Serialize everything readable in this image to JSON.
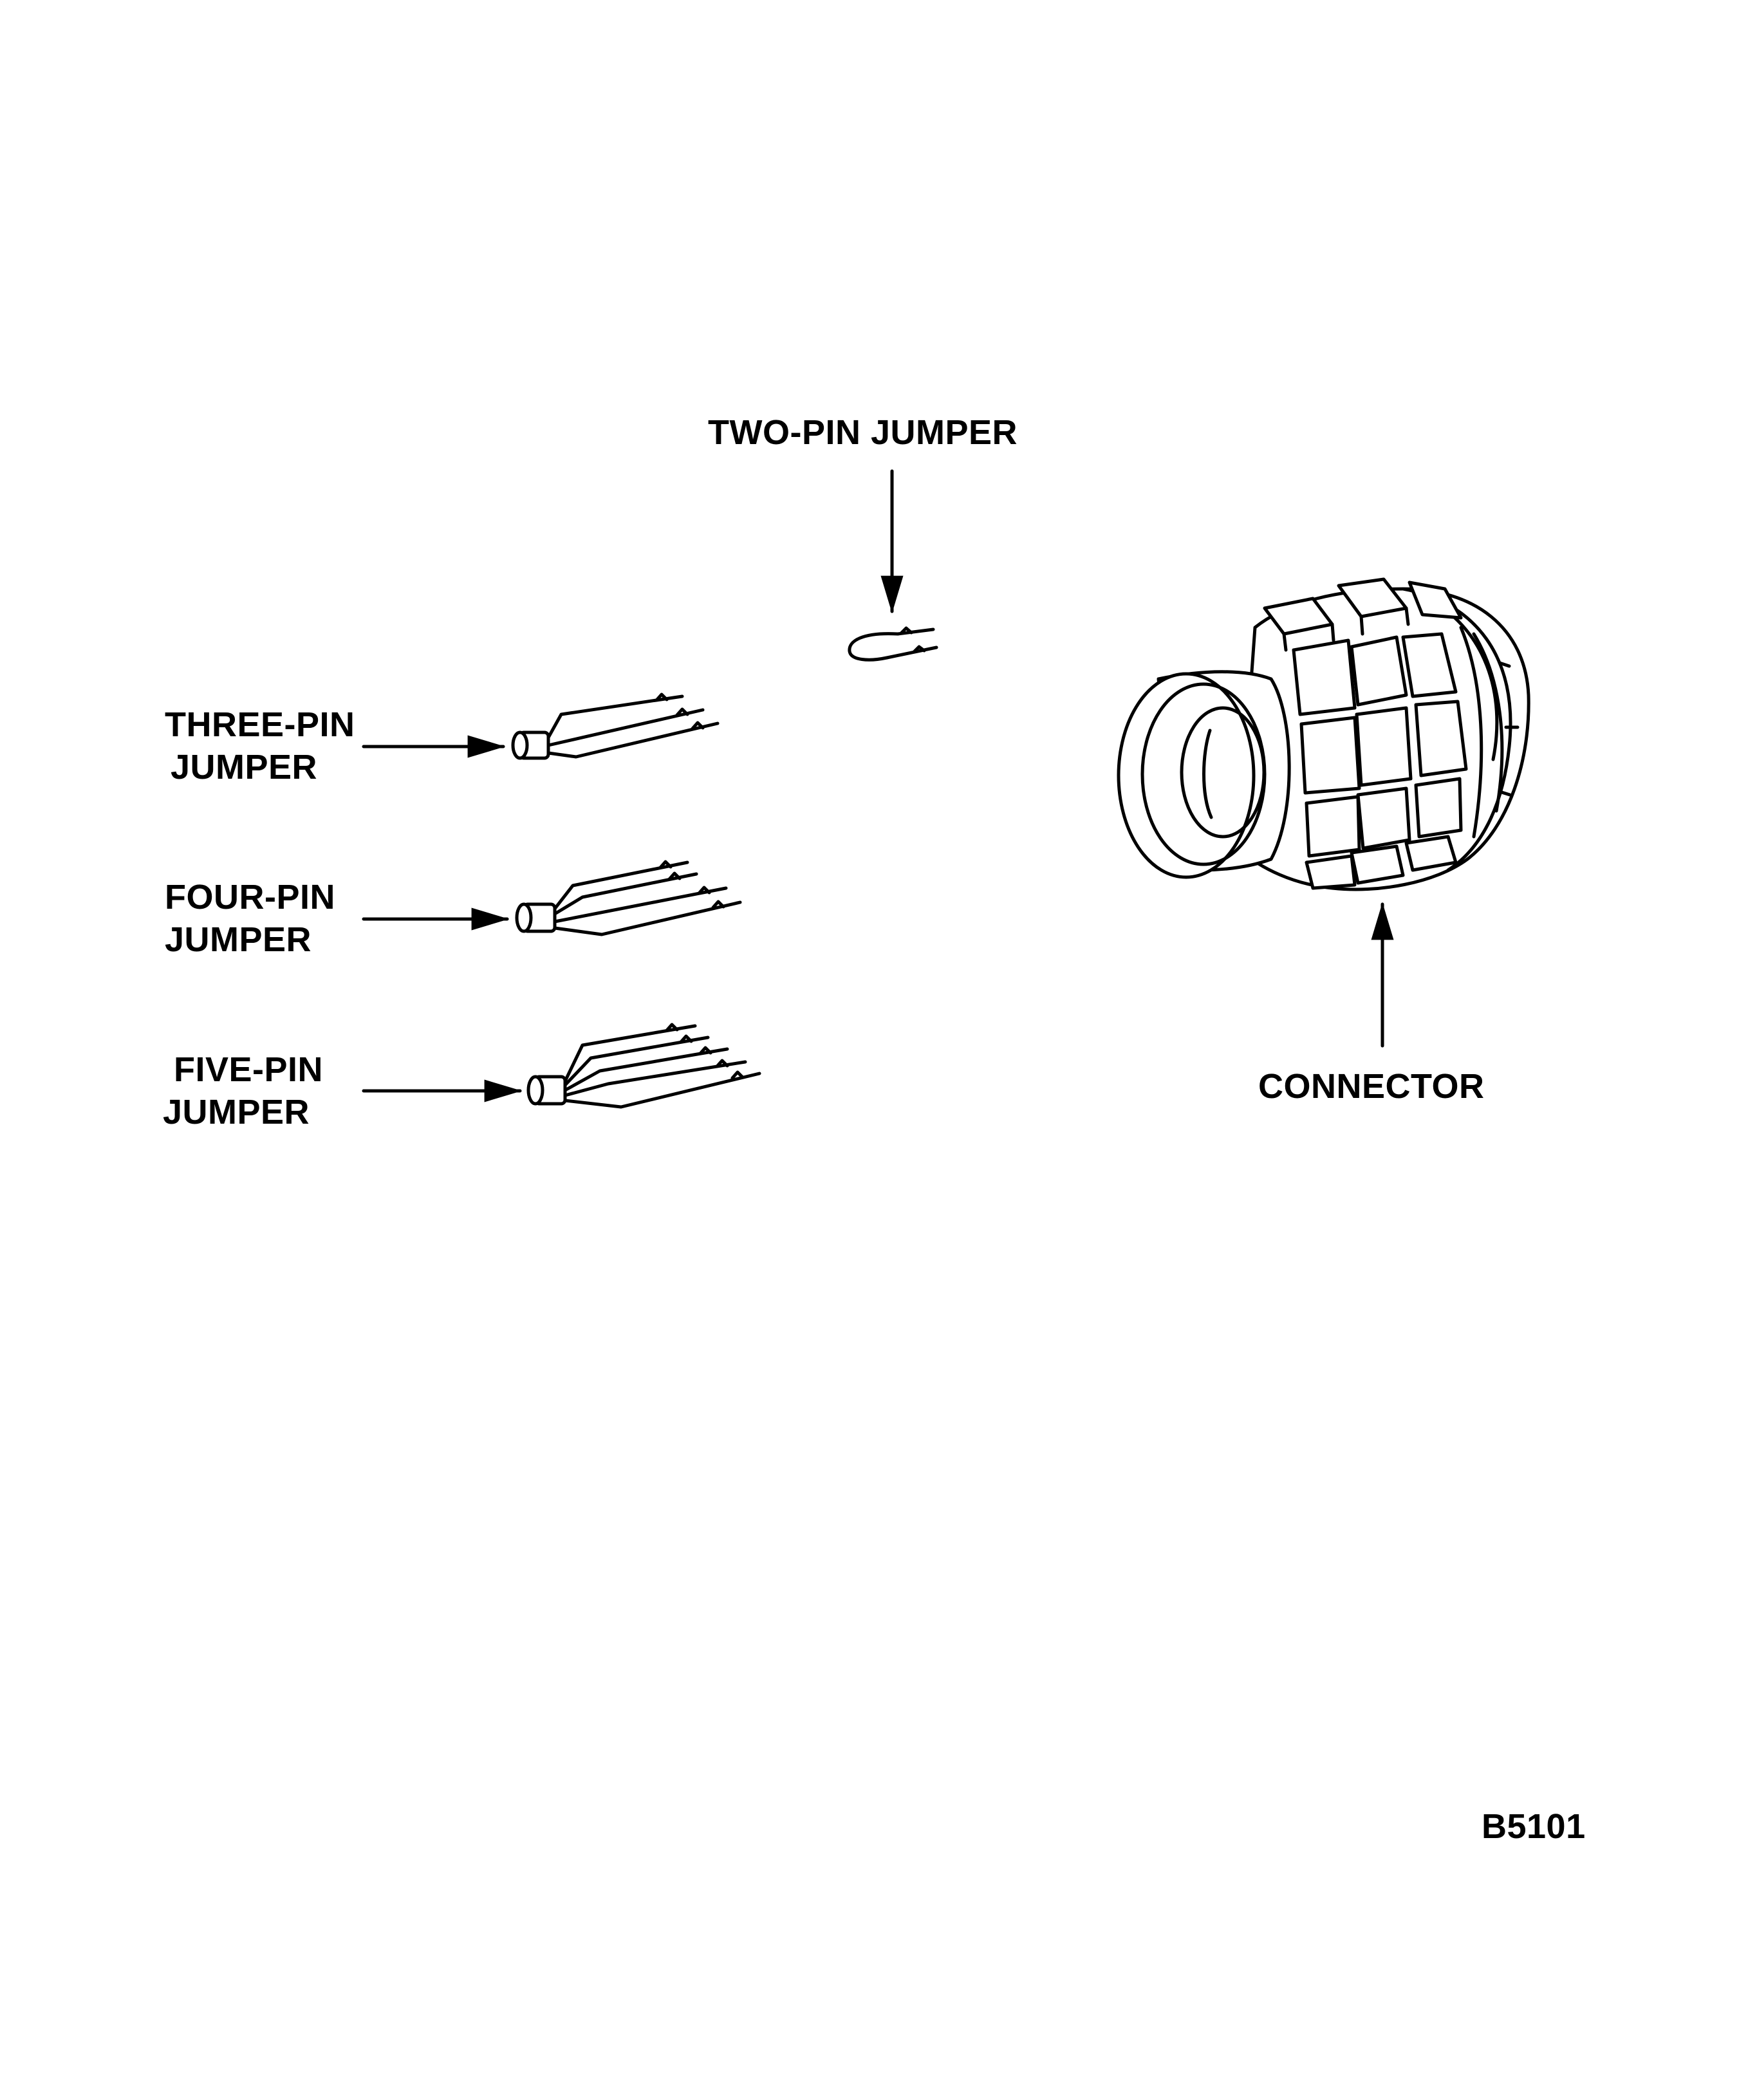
{
  "labels": {
    "two_pin": "TWO-PIN JUMPER",
    "three_pin": [
      "THREE-PIN",
      "JUMPER"
    ],
    "four_pin": [
      "FOUR-PIN",
      "JUMPER"
    ],
    "five_pin": [
      "FIVE-PIN",
      "JUMPER"
    ],
    "connector": "CONNECTOR",
    "figure_code": "B5101"
  }
}
